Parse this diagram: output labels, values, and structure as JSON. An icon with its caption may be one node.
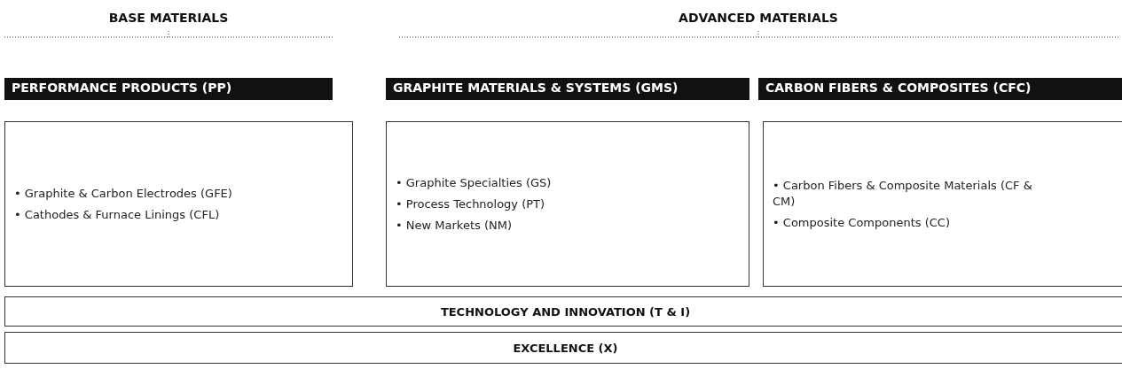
{
  "diagram": {
    "nodes": [
      {
        "text": [
          "PERFORMANCE PRODUCTS (PP)"
        ]
      },
      {
        "text": [
          "GRAPHITE MATERIALS & SYSTEMS (GMS)"
        ]
      },
      {
        "text": [
          "CARBON FIBERS & COMPOSITES (CFC)"
        ]
      },
      {
        "text": [
          "• Graphite & Carbon Electrodes (GFE)",
          "• Cathodes & Furnace Linings (CFL)"
        ]
      },
      {
        "text": [
          "• Graphite Specialties (GS)",
          "• Process Technology (PT)",
          "• New Markets (NM)"
        ]
      },
      {
        "text": [
          "• Carbon Fibers & Composite Materials (CF & CM)",
          "• Composite Components (CC)"
        ]
      },
      {
        "text": [
          "TECHNOLOGY AND INNOVATION (T & I)"
        ]
      },
      {
        "text": [
          "EXCELLENCE (X)"
        ]
      }
    ],
    "edges": [],
    "labels": [
      "BASE MATERIALS",
      "ADVANCED MATERIALS"
    ]
  }
}
